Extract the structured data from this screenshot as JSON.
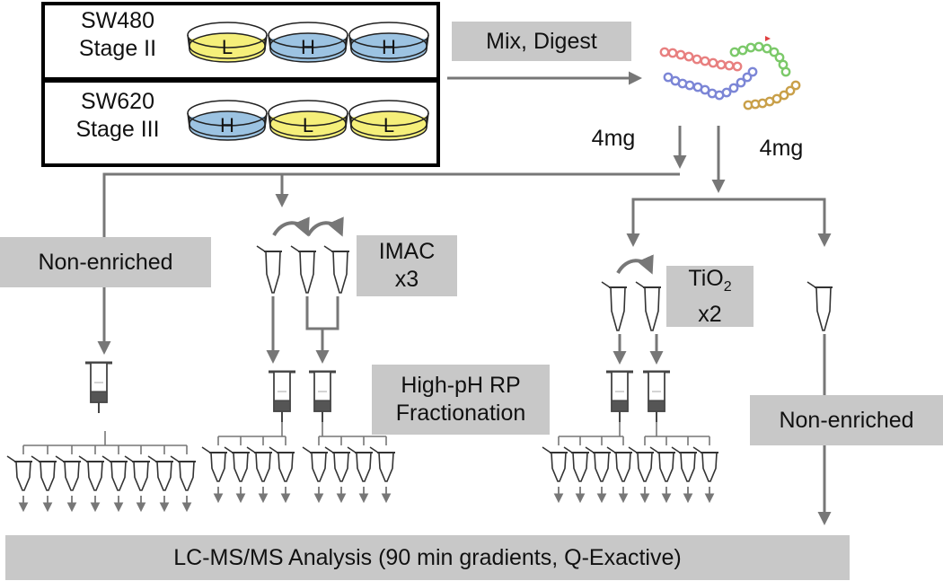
{
  "cell_lines": [
    {
      "name": "SW480",
      "stage": "Stage II",
      "dishes": [
        "L",
        "H",
        "H"
      ]
    },
    {
      "name": "SW620",
      "stage": "Stage III",
      "dishes": [
        "H",
        "L",
        "L"
      ]
    }
  ],
  "steps": {
    "mix_digest": "Mix, Digest",
    "amount_left": "4mg",
    "amount_right": "4mg",
    "non_enriched_left": "Non-enriched",
    "imac": {
      "line1": "IMAC",
      "line2": "x3"
    },
    "tio2": {
      "base": "TiO",
      "sub": "2",
      "line2": "x2"
    },
    "fractionation": {
      "line1": "High-pH RP",
      "line2": "Fractionation"
    },
    "non_enriched_right": "Non-enriched",
    "analysis": "LC-MS/MS Analysis (90 min gradients, Q-Exactive)"
  },
  "colors": {
    "light_label": "#f5ef7a",
    "heavy_label": "#9cc3e2",
    "arrow": "#777777",
    "box_fill": "#c8c8c8",
    "peptide_red": "#e88080",
    "peptide_green": "#7cc96a",
    "peptide_blue": "#7c86d6",
    "peptide_gold": "#c9a04a"
  }
}
